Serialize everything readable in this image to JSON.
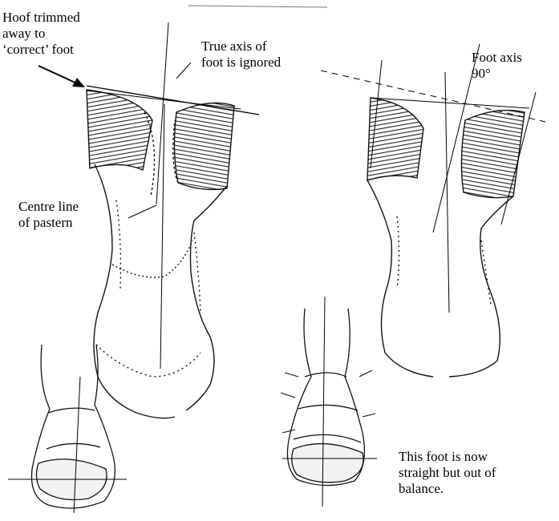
{
  "labels": {
    "hoof_trimmed": [
      "Hoof trimmed",
      "away to",
      "‘correct’ foot"
    ],
    "true_axis": [
      "True axis of",
      "foot is ignored"
    ],
    "foot_axis": [
      "Foot axis",
      "90°"
    ],
    "centre_line": [
      "Centre line",
      "of pastern"
    ],
    "caption": [
      "This foot is now",
      "straight but out of",
      "balance."
    ]
  },
  "colors": {
    "ink": "#000000",
    "shade": "#3a3a3a",
    "paper": "#ffffff"
  }
}
